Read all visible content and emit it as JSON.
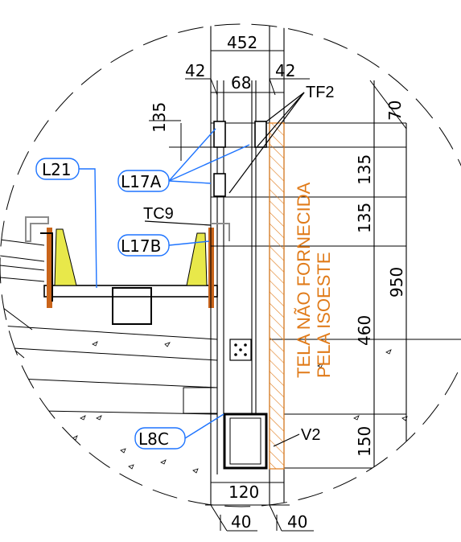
{
  "colors": {
    "line": "#000000",
    "callout": "#1e74ff",
    "accent_orange": "#e07b1a",
    "panel_orange": "#c9641a",
    "panel_yellow": "#e8e84a",
    "gray": "#8c8c8c"
  },
  "dimensions": {
    "top_total": "452",
    "left_42": "42",
    "right_42": "42",
    "mid_68": "68",
    "v_135_left": "135",
    "v_70": "70",
    "v_135_a": "135",
    "v_135_b": "135",
    "v_460": "460",
    "v_950": "950",
    "v_150": "150",
    "bottom_120": "120",
    "bottom_40_left": "40",
    "bottom_40_right": "40"
  },
  "labels": {
    "tf2": "TF2",
    "tc9": "TC9",
    "v2": "V2"
  },
  "callouts": {
    "l21": "L21",
    "l17a": "L17A",
    "l17b": "L17B",
    "l8c": "L8C"
  },
  "note": {
    "line1": "TELA NÃO FORNECIDA",
    "line2": "PELA ISOESTE"
  }
}
